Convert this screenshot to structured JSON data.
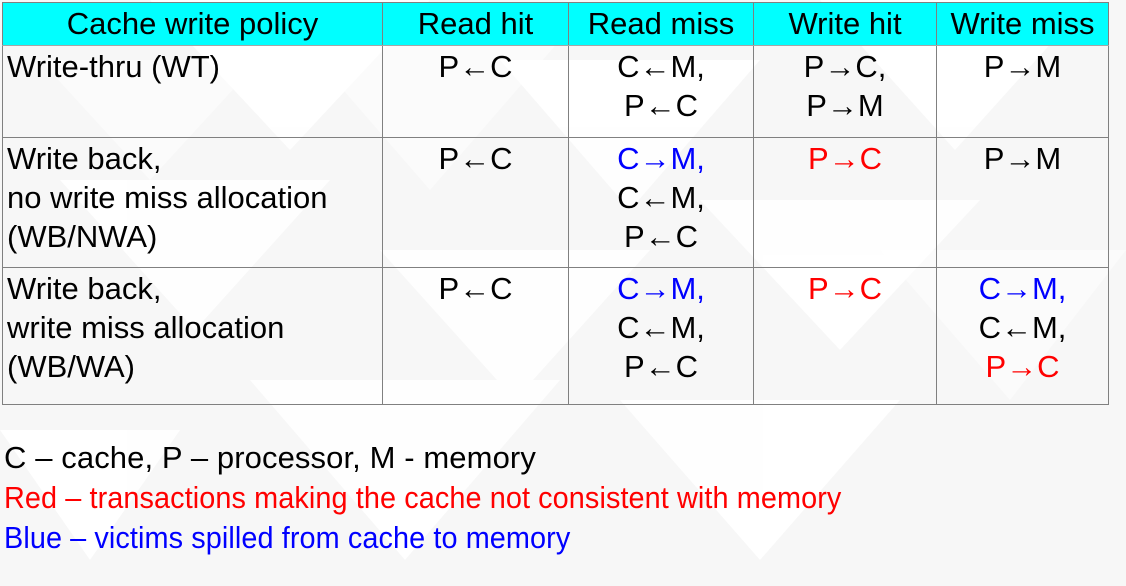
{
  "table": {
    "headers": [
      "Cache write policy",
      "Read hit",
      "Read miss",
      "Write hit",
      "Write miss"
    ],
    "rows": [
      {
        "policy": "Write-thru (WT)",
        "policy_lines": [
          "Write-thru (WT)"
        ],
        "read_hit": [
          "P←C"
        ],
        "read_miss": [
          "C←M,",
          "P←C"
        ],
        "write_hit": [
          "P→C,",
          "P→M"
        ],
        "write_miss": [
          "P→M"
        ]
      },
      {
        "policy": "Write back, no write miss allocation (WB/NWA)",
        "policy_lines": [
          "Write back,",
          "no write miss allocation",
          "(WB/NWA)"
        ],
        "read_hit": [
          "P←C"
        ],
        "read_miss": [
          "C→M,",
          "C←M,",
          "P←C"
        ],
        "read_miss_colors": [
          "blue",
          "black",
          "black"
        ],
        "write_hit": [
          "P→C"
        ],
        "write_hit_colors": [
          "red"
        ],
        "write_miss": [
          "P→M"
        ]
      },
      {
        "policy": "Write back, write miss allocation (WB/WA)",
        "policy_lines": [
          "Write back,",
          "write miss allocation",
          "(WB/WA)"
        ],
        "read_hit": [
          "P←C"
        ],
        "read_miss": [
          "C→M,",
          "C←M,",
          "P←C"
        ],
        "read_miss_colors": [
          "blue",
          "black",
          "black"
        ],
        "write_hit": [
          "P→C"
        ],
        "write_hit_colors": [
          "red"
        ],
        "write_miss": [
          "C→M,",
          "C←M,",
          "P→C"
        ],
        "write_miss_colors": [
          "blue",
          "black",
          "red"
        ]
      }
    ]
  },
  "legend": {
    "line_1": "C – cache, P – processor, M - memory",
    "line_2": "Red – transactions making the cache not consistent with memory",
    "line_3": "Blue – victims spilled from cache to memory"
  },
  "colors": {
    "header_background": "#00FFFF",
    "red": "#FF0000",
    "blue": "#0000FF",
    "black": "#000000",
    "border": "#808080",
    "page_background": "#F7F7F7"
  }
}
